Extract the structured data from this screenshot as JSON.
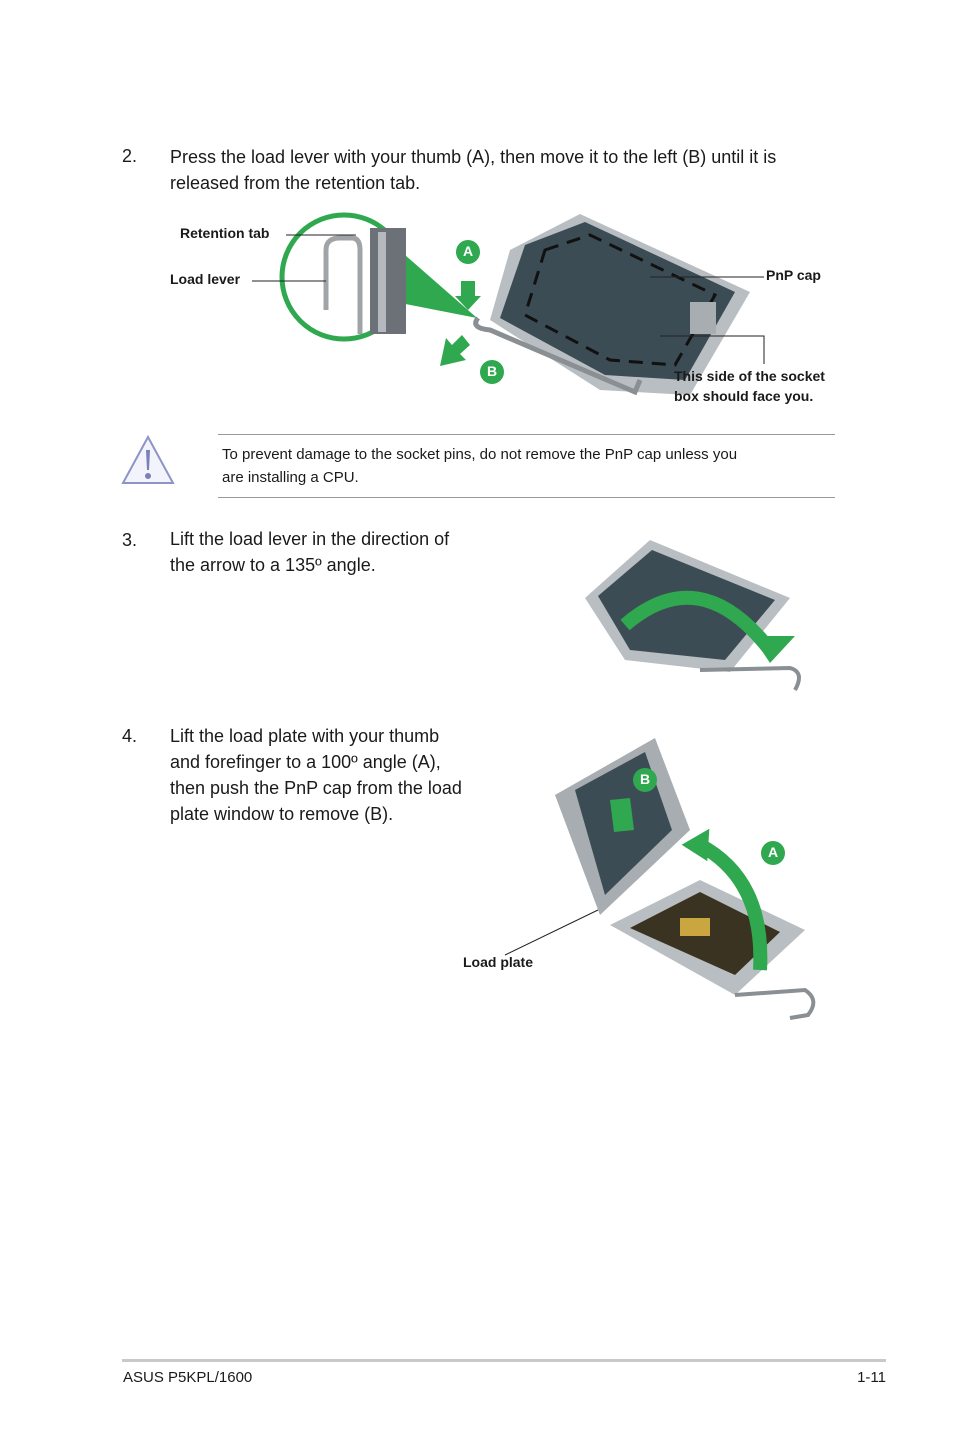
{
  "steps": [
    {
      "number": "2.",
      "line1": "Press the load lever with your thumb (A), then move it to the left (B) until it is",
      "line2": "released from the retention tab."
    },
    {
      "number": "3.",
      "line1": "Lift the load lever in the direction of",
      "line2": "the arrow to a 135º angle."
    },
    {
      "number": "4.",
      "line1": "Lift the load plate with your thumb",
      "line2": "and forefinger to a 100º angle (A),",
      "line3": "then push the PnP cap from the load",
      "line4": "plate window to remove (B)."
    }
  ],
  "figure1": {
    "retention_tab": "Retention tab",
    "load_lever": "Load lever",
    "pnp_cap": "PnP cap",
    "socket_side_line1": "This side of the socket",
    "socket_side_line2": "box should face you.",
    "marker_a": "A",
    "marker_b": "B"
  },
  "warning": {
    "icon": "warning-triangle-icon",
    "line1": "To prevent damage to the socket pins, do not remove the PnP cap unless you",
    "line2": "are installing a CPU."
  },
  "figure3": {
    "load_plate": "Load plate",
    "marker_a": "A",
    "marker_b": "B"
  },
  "footer": {
    "model": "ASUS P5KPL/1600",
    "page": "1-11"
  },
  "colors": {
    "accent_green": "#2fa84f",
    "socket_dark": "#35454f",
    "metal": "#9aa0a6"
  }
}
